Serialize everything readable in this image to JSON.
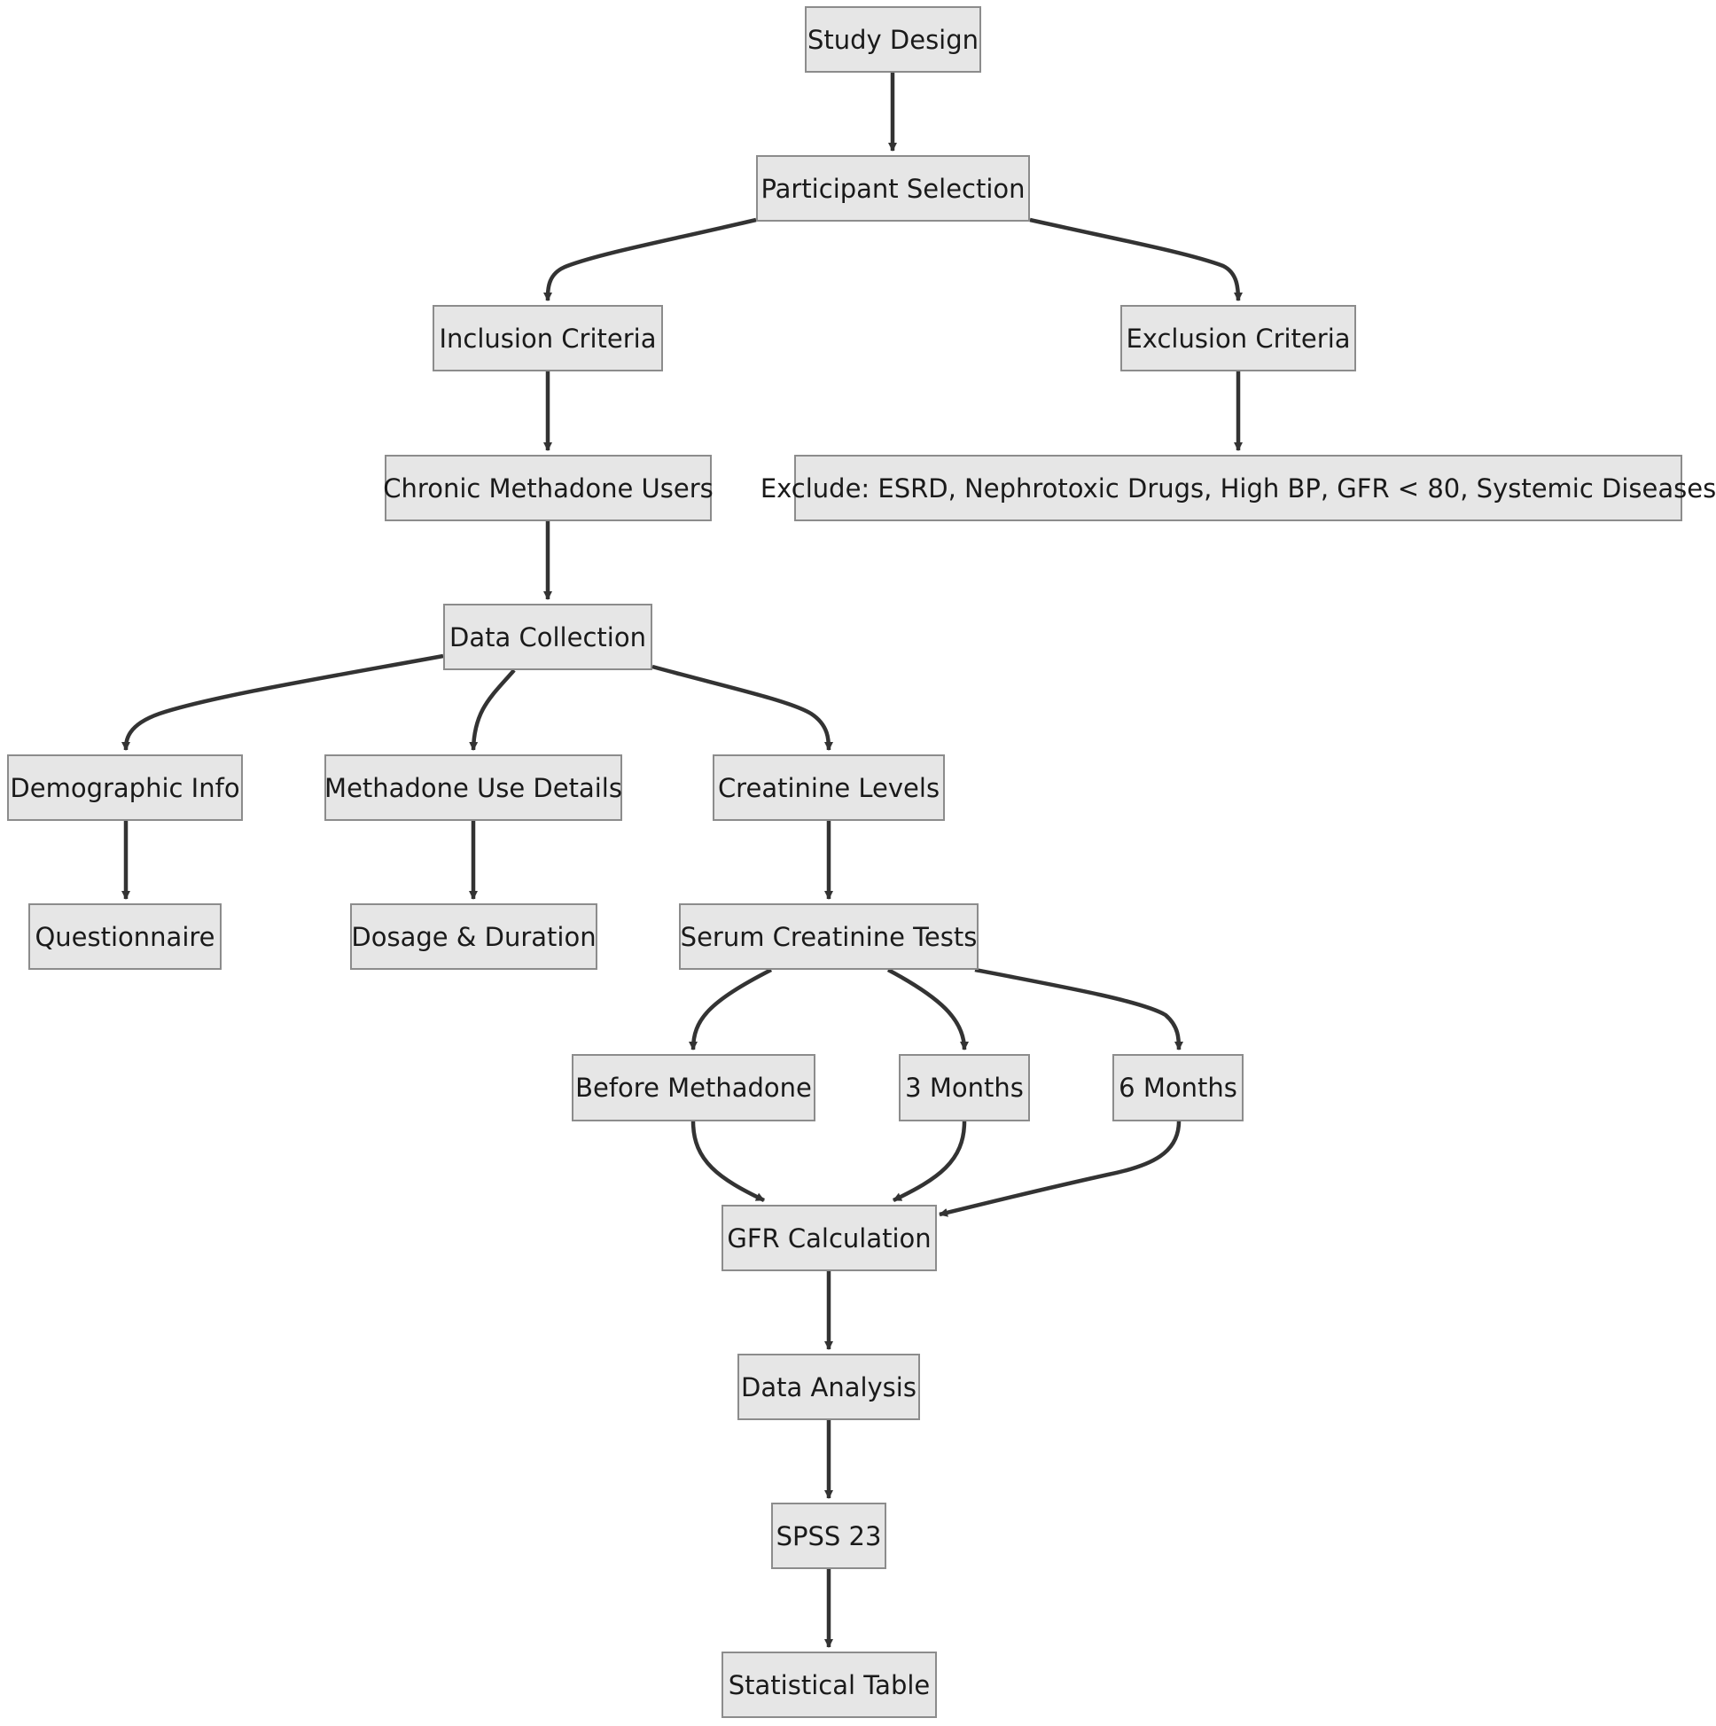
{
  "diagram": {
    "colors": {
      "node_fill": "#e6e6e6",
      "node_border": "#8c8c8c",
      "edge": "#333333",
      "text": "#1a1a1a"
    },
    "nodes": [
      {
        "id": "study_design",
        "label": "Study Design"
      },
      {
        "id": "participant_selection",
        "label": "Participant Selection"
      },
      {
        "id": "inclusion_criteria",
        "label": "Inclusion Criteria"
      },
      {
        "id": "exclusion_criteria",
        "label": "Exclusion Criteria"
      },
      {
        "id": "chronic_methadone_users",
        "label": "Chronic Methadone Users"
      },
      {
        "id": "exclude_list",
        "label": "Exclude: ESRD, Nephrotoxic Drugs, High BP, GFR < 80, Systemic Diseases"
      },
      {
        "id": "data_collection",
        "label": "Data Collection"
      },
      {
        "id": "demographic_info",
        "label": "Demographic Info"
      },
      {
        "id": "methadone_use_details",
        "label": "Methadone Use Details"
      },
      {
        "id": "creatinine_levels",
        "label": "Creatinine Levels"
      },
      {
        "id": "questionnaire",
        "label": "Questionnaire"
      },
      {
        "id": "dosage_duration",
        "label": "Dosage & Duration"
      },
      {
        "id": "serum_creatinine_tests",
        "label": "Serum Creatinine Tests"
      },
      {
        "id": "before_methadone",
        "label": "Before Methadone"
      },
      {
        "id": "three_months",
        "label": "3 Months"
      },
      {
        "id": "six_months",
        "label": "6 Months"
      },
      {
        "id": "gfr_calculation",
        "label": "GFR Calculation"
      },
      {
        "id": "data_analysis",
        "label": "Data Analysis"
      },
      {
        "id": "spss_23",
        "label": "SPSS 23"
      },
      {
        "id": "statistical_table",
        "label": "Statistical Table"
      }
    ],
    "edges": [
      {
        "from": "study_design",
        "to": "participant_selection"
      },
      {
        "from": "participant_selection",
        "to": "inclusion_criteria"
      },
      {
        "from": "participant_selection",
        "to": "exclusion_criteria"
      },
      {
        "from": "inclusion_criteria",
        "to": "chronic_methadone_users"
      },
      {
        "from": "exclusion_criteria",
        "to": "exclude_list"
      },
      {
        "from": "chronic_methadone_users",
        "to": "data_collection"
      },
      {
        "from": "data_collection",
        "to": "demographic_info"
      },
      {
        "from": "data_collection",
        "to": "methadone_use_details"
      },
      {
        "from": "data_collection",
        "to": "creatinine_levels"
      },
      {
        "from": "demographic_info",
        "to": "questionnaire"
      },
      {
        "from": "methadone_use_details",
        "to": "dosage_duration"
      },
      {
        "from": "creatinine_levels",
        "to": "serum_creatinine_tests"
      },
      {
        "from": "serum_creatinine_tests",
        "to": "before_methadone"
      },
      {
        "from": "serum_creatinine_tests",
        "to": "three_months"
      },
      {
        "from": "serum_creatinine_tests",
        "to": "six_months"
      },
      {
        "from": "before_methadone",
        "to": "gfr_calculation"
      },
      {
        "from": "three_months",
        "to": "gfr_calculation"
      },
      {
        "from": "six_months",
        "to": "gfr_calculation"
      },
      {
        "from": "gfr_calculation",
        "to": "data_analysis"
      },
      {
        "from": "data_analysis",
        "to": "spss_23"
      },
      {
        "from": "spss_23",
        "to": "statistical_table"
      }
    ]
  }
}
